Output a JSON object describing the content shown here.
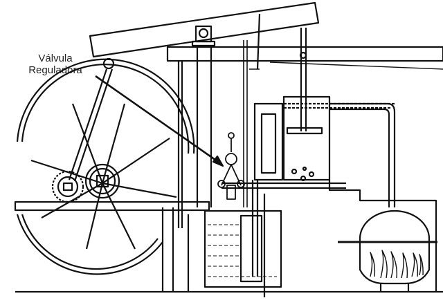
{
  "diagram": {
    "subject": "Steam engine (Watt type) cross-section line drawing",
    "labels": [
      {
        "text": "Válvula"
      },
      {
        "text": "Reguladora"
      }
    ],
    "components_drawn": [
      "beam",
      "flywheel",
      "sun-and-planet gears",
      "governor",
      "cylinder",
      "condenser tank",
      "steam pipe",
      "boiler with fire"
    ],
    "colors": {
      "line": "#111111",
      "background": "#ffffff"
    }
  }
}
